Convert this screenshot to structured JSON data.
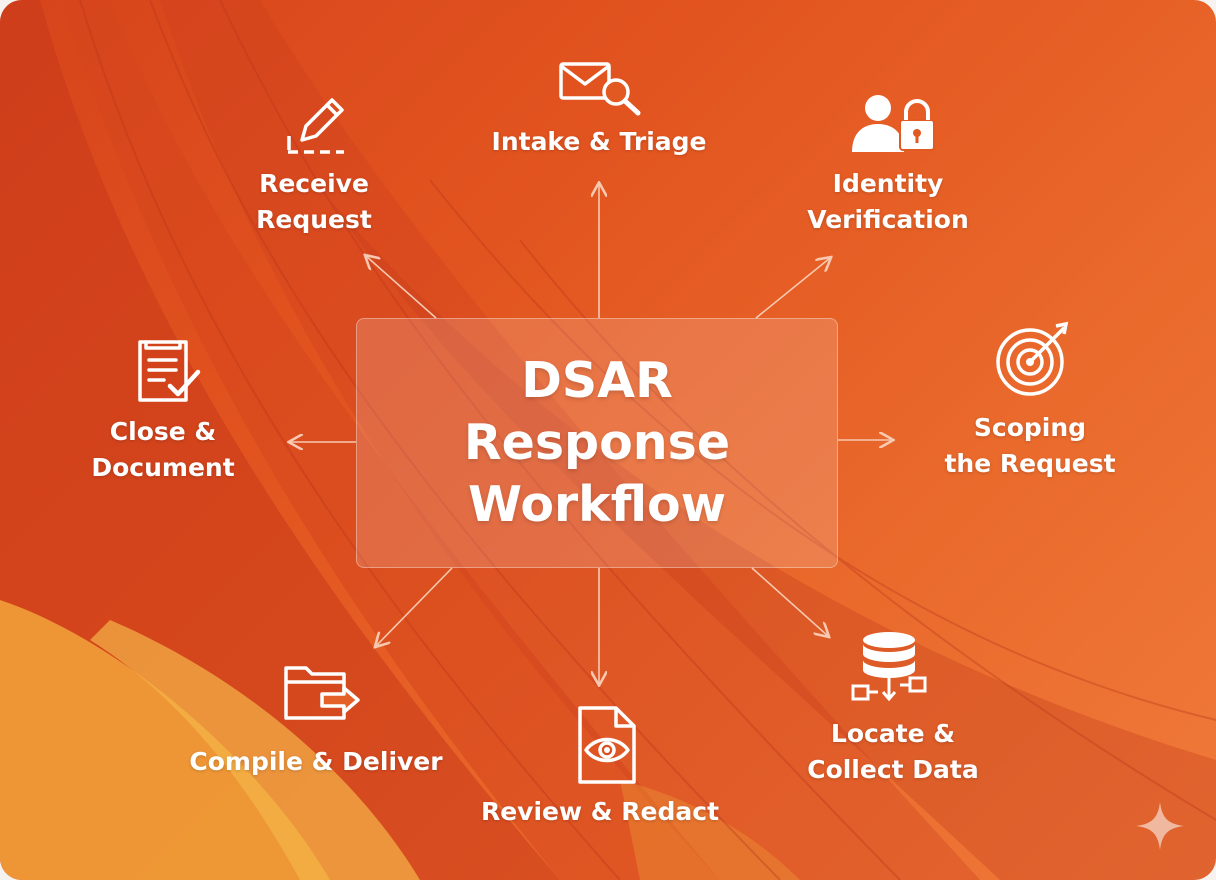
{
  "diagram": {
    "center_title": "DSAR\nResponse\nWorkflow",
    "nodes": [
      {
        "id": "intake",
        "label": "Intake & Triage",
        "icon": "envelope-search-icon"
      },
      {
        "id": "identity",
        "label": "Identity\nVerification",
        "icon": "user-lock-icon"
      },
      {
        "id": "scoping",
        "label": "Scoping\nthe Request",
        "icon": "target-icon"
      },
      {
        "id": "locate",
        "label": "Locate &\nCollect Data",
        "icon": "database-icon"
      },
      {
        "id": "review",
        "label": "Review & Redact",
        "icon": "document-eye-icon"
      },
      {
        "id": "compile",
        "label": "Compile & Deliver",
        "icon": "folder-export-icon"
      },
      {
        "id": "close",
        "label": "Close &\nDocument",
        "icon": "checklist-document-icon"
      },
      {
        "id": "receive",
        "label": "Receive\nRequest",
        "icon": "pencil-signature-icon"
      }
    ],
    "colors": {
      "background": "#e2541f",
      "text": "#ffffff",
      "arrow": "#f7c9b0"
    }
  }
}
